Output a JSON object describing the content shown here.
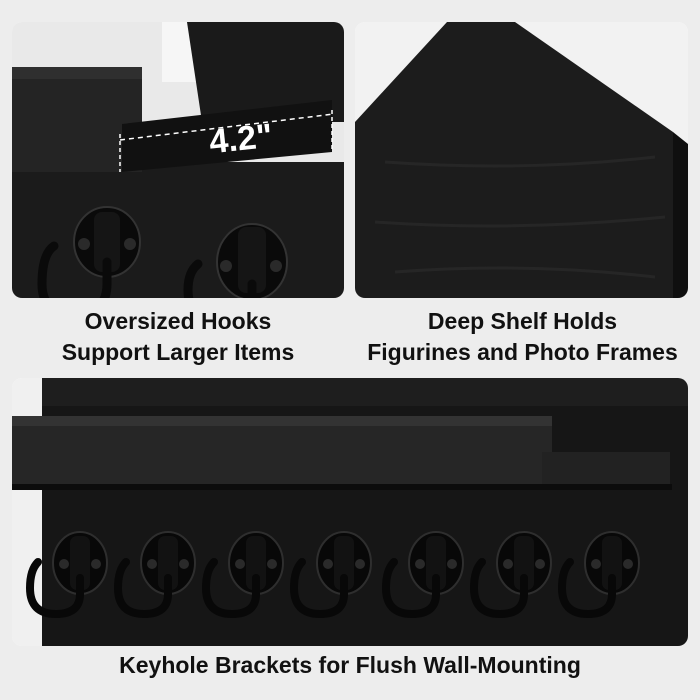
{
  "panels": [
    {
      "callout": "4.2\"",
      "caption": [
        "Oversized Hooks",
        "Support Larger Items"
      ],
      "icon": "hook-icon"
    },
    {
      "caption": [
        "Deep Shelf Holds",
        "Figurines and Photo Frames"
      ]
    },
    {
      "caption": [
        "Keyhole Brackets for Flush Wall-Mounting"
      ],
      "hook_count": 7
    }
  ],
  "colors": {
    "wood": "#141414",
    "wood_light": "#2a2a2a",
    "background": "#ededed",
    "caption_text": "#111111"
  }
}
